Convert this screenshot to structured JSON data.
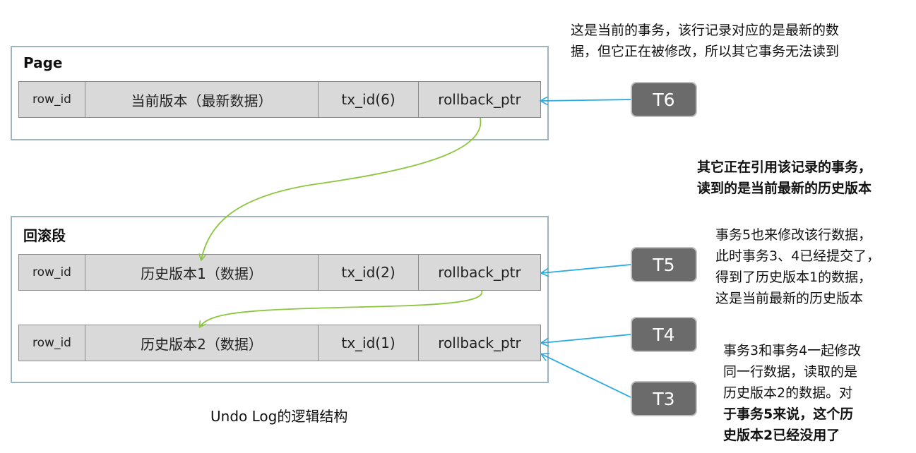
{
  "page_box": {
    "title": "Page"
  },
  "undo_box": {
    "title": "回滚段"
  },
  "rows": {
    "current": {
      "row_id": "row_id",
      "version": "当前版本（最新数据）",
      "tx_id": "tx_id(6)",
      "ptr": "rollback_ptr"
    },
    "history1": {
      "row_id": "row_id",
      "version": "历史版本1（数据）",
      "tx_id": "tx_id(2)",
      "ptr": "rollback_ptr"
    },
    "history2": {
      "row_id": "row_id",
      "version": "历史版本2（数据）",
      "tx_id": "tx_id(1)",
      "ptr": "rollback_ptr"
    }
  },
  "transactions": {
    "t6": "T6",
    "t5": "T5",
    "t4": "T4",
    "t3": "T3"
  },
  "notes": {
    "t6": [
      "这是当前的事务，该行记录对应的是最新的数",
      "据，但它正在被修改，所以其它事务无法读到"
    ],
    "others": [
      "其它正在引用该记录的事务，",
      "读到的是当前最新的历史版本"
    ],
    "t5": [
      "事务5也来修改该行数据，",
      "此时事务3、4已经提交了，",
      "得到了历史版本1的数据，",
      "这是当前最新的历史版本"
    ],
    "t34": [
      "事务3和事务4一起修改",
      "同一行数据，读取的是",
      "历史版本2的数据。对",
      "于事务5来说，这个历",
      "史版本2已经没用了"
    ]
  },
  "caption": "Undo Log的逻辑结构",
  "colors": {
    "box_border": "#9fb5bd",
    "row_fill": "#d9d9d9",
    "t_button": "#6b6b6b",
    "green_arrow": "#8cc63f",
    "blue_arrow": "#29abe2"
  }
}
